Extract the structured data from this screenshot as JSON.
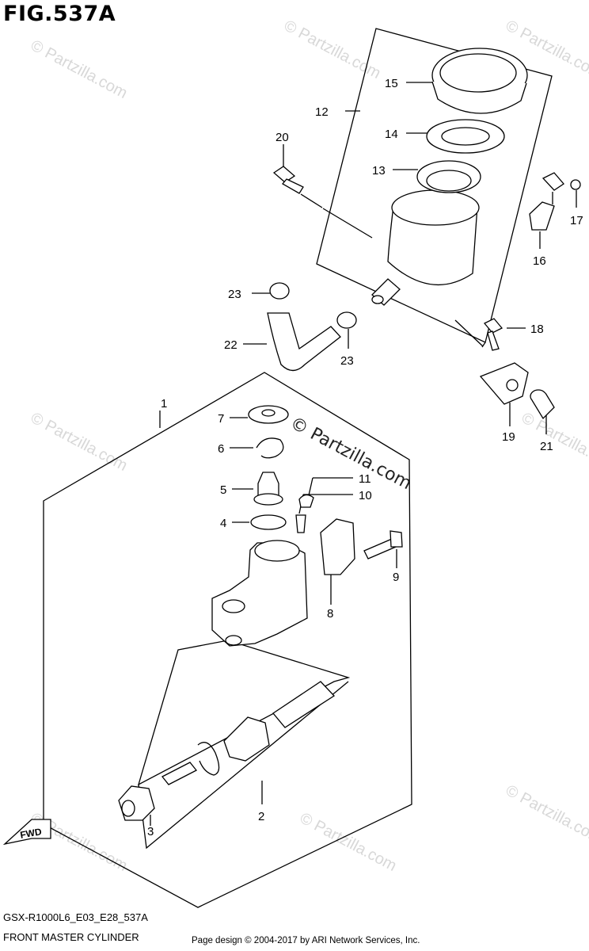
{
  "figure": {
    "title": "FIG.537A"
  },
  "footer": {
    "code": "GSX-R1000L6_E03_E28_537A",
    "name": "FRONT MASTER CYLINDER",
    "credit": "Page design © 2004-2017 by ARI Network Services, Inc."
  },
  "watermark": {
    "text": "© Partzilla.com",
    "prominent_text": "© Partzilla.com"
  },
  "fwd_arrow": {
    "label": "FWD"
  },
  "callouts": [
    {
      "id": "1",
      "label": "1"
    },
    {
      "id": "2",
      "label": "2"
    },
    {
      "id": "3",
      "label": "3"
    },
    {
      "id": "4",
      "label": "4"
    },
    {
      "id": "5",
      "label": "5"
    },
    {
      "id": "6",
      "label": "6"
    },
    {
      "id": "7",
      "label": "7"
    },
    {
      "id": "8",
      "label": "8"
    },
    {
      "id": "9",
      "label": "9"
    },
    {
      "id": "10",
      "label": "10"
    },
    {
      "id": "11",
      "label": "11"
    },
    {
      "id": "12",
      "label": "12"
    },
    {
      "id": "13",
      "label": "13"
    },
    {
      "id": "14",
      "label": "14"
    },
    {
      "id": "15",
      "label": "15"
    },
    {
      "id": "16",
      "label": "16"
    },
    {
      "id": "17",
      "label": "17"
    },
    {
      "id": "18",
      "label": "18"
    },
    {
      "id": "19",
      "label": "19"
    },
    {
      "id": "20",
      "label": "20"
    },
    {
      "id": "21",
      "label": "21"
    },
    {
      "id": "22",
      "label": "22"
    },
    {
      "id": "23a",
      "label": "23"
    },
    {
      "id": "23b",
      "label": "23"
    }
  ]
}
